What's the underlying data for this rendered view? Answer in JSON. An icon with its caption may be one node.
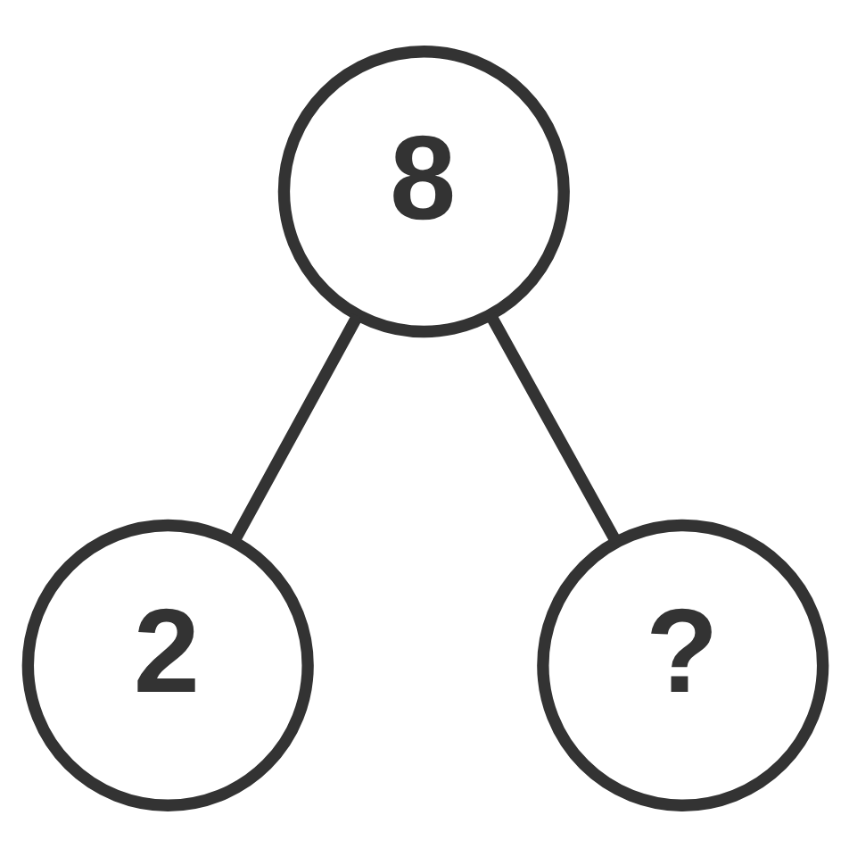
{
  "diagram": {
    "nodes": [
      {
        "text": [
          "8"
        ]
      },
      {
        "text": [
          "2"
        ]
      },
      {
        "text": [
          "?"
        ]
      }
    ],
    "edges": [
      {
        "from": 0,
        "to": 1,
        "arrow": "none"
      },
      {
        "from": 0,
        "to": 2,
        "arrow": "none"
      }
    ]
  }
}
